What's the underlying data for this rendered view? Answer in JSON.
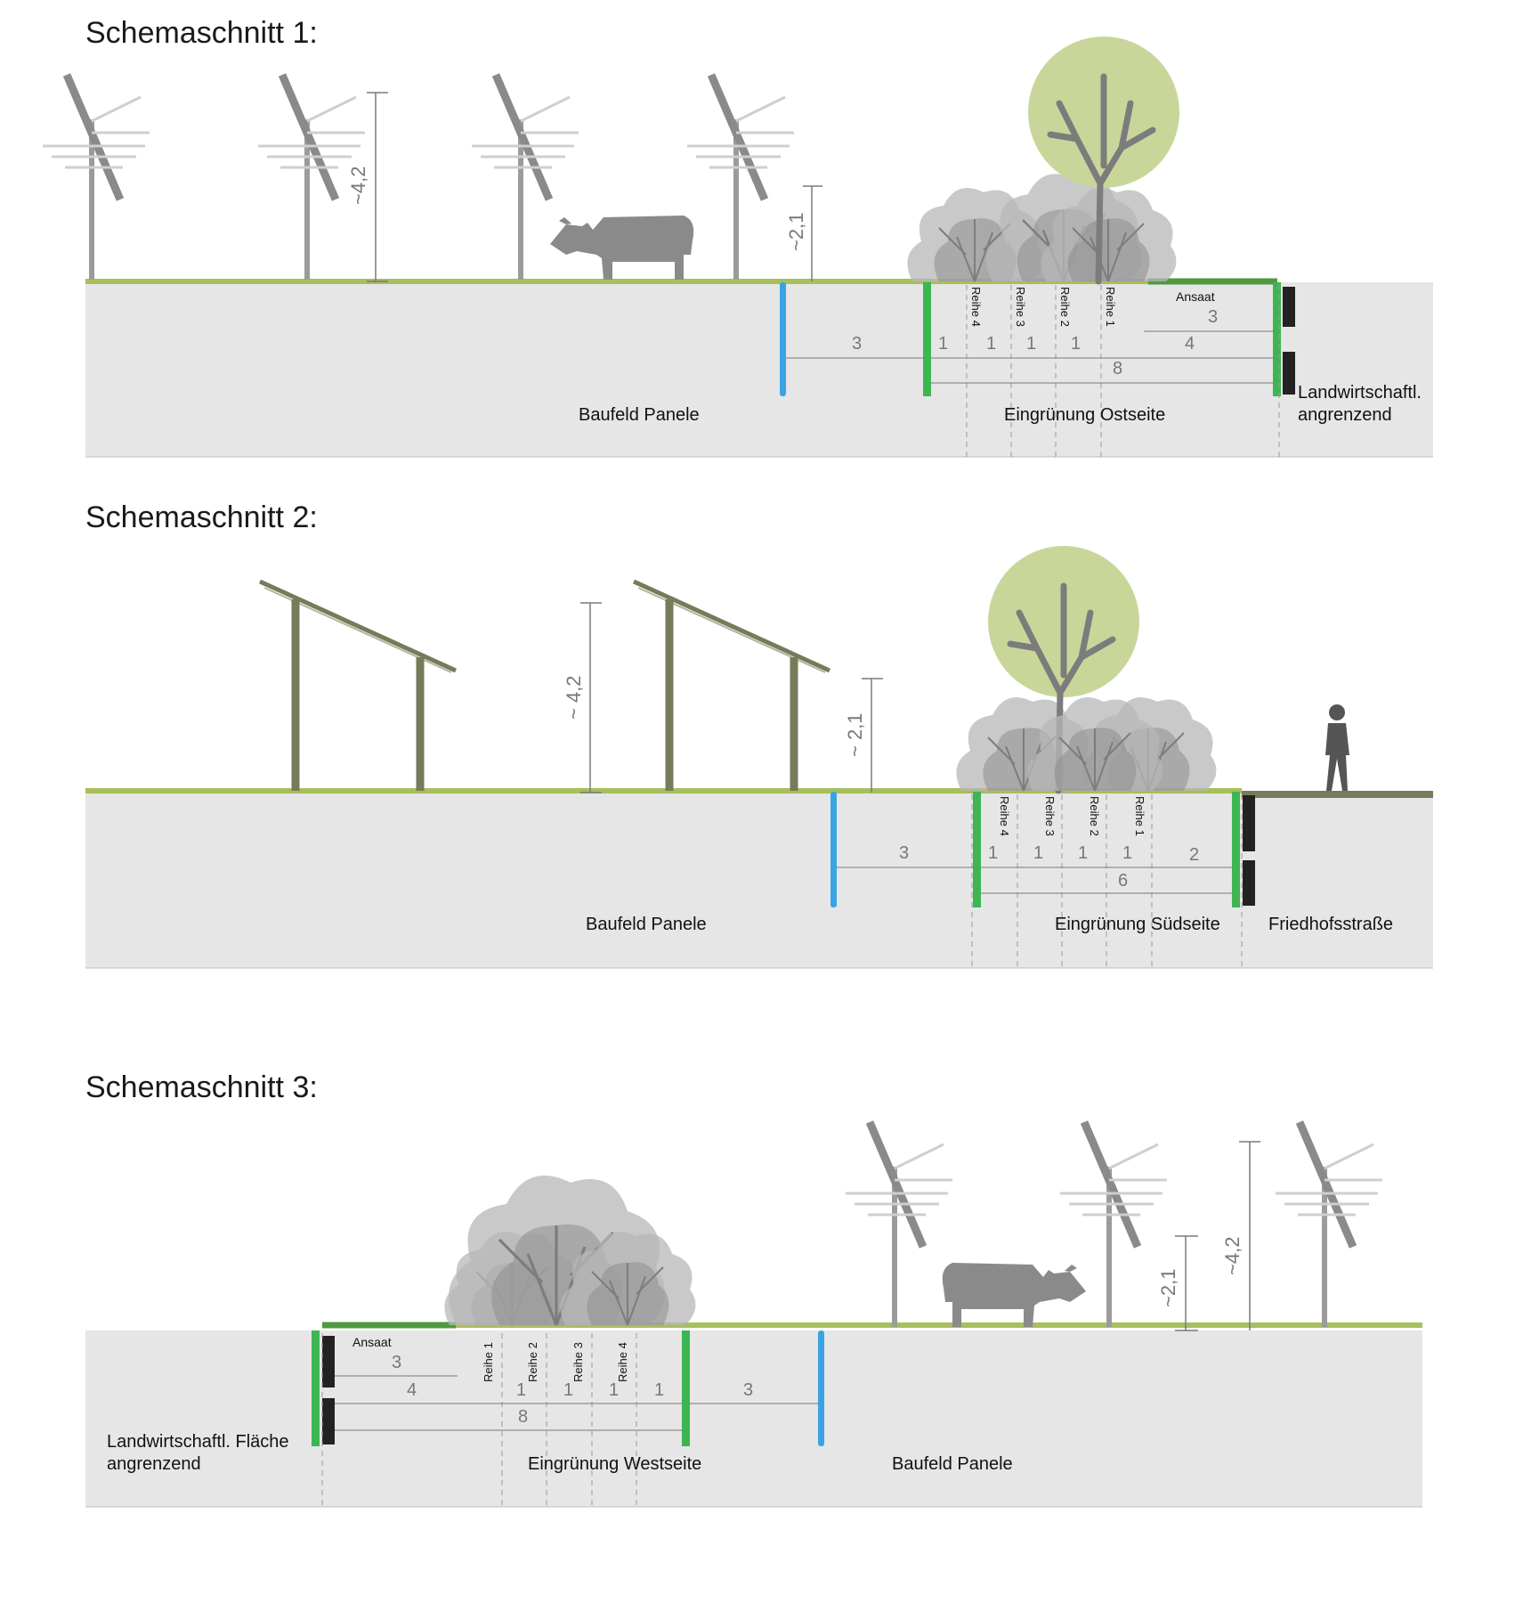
{
  "colors": {
    "ground": "#e6e6e6",
    "grass": "#a7bf5c",
    "grass_dark": "#4f9a3c",
    "tree_canopy": "#c9d69a",
    "shrub": "#9a9a9a",
    "fence_blue": "#3aa3e3",
    "hedge_green": "#3db553",
    "border_black": "#222222",
    "pergola": "#767b5a",
    "pole": "#9b9b9b",
    "cow": "#8a8a8a",
    "dimension": "#7a7a7a"
  },
  "sections": [
    {
      "title": "Schemaschnitt 1:",
      "dims": [
        "~4,2",
        "~2,1",
        "3",
        "1",
        "1",
        "1",
        "1",
        "3",
        "4",
        "8"
      ],
      "rows": [
        "Reihe 4",
        "Reihe 3",
        "Reihe 2",
        "Reihe 1"
      ],
      "ansaat": "Ansaat",
      "labels": {
        "baufeld": "Baufeld Panele",
        "eingruenung": "Eingrünung Ostseite",
        "side_1": "Landwirtschaftl.",
        "side_2": "angrenzend"
      }
    },
    {
      "title": "Schemaschnitt 2:",
      "dims": [
        "~ 4,2",
        "~ 2,1",
        "3",
        "1",
        "1",
        "1",
        "1",
        "2",
        "6"
      ],
      "rows": [
        "Reihe 4",
        "Reihe 3",
        "Reihe 2",
        "Reihe 1"
      ],
      "labels": {
        "baufeld": "Baufeld Panele",
        "eingruenung": "Eingrünung Südseite",
        "side": "Friedhofsstraße"
      }
    },
    {
      "title": "Schemaschnitt 3:",
      "dims": [
        "~2,1",
        "~4,2",
        "3",
        "4",
        "1",
        "1",
        "1",
        "1",
        "8",
        "3"
      ],
      "rows": [
        "Reihe 1",
        "Reihe 2",
        "Reihe 3",
        "Reihe 4"
      ],
      "ansaat": "Ansaat",
      "labels": {
        "side_1": "Landwirtschaftl. Fläche",
        "side_2": "angrenzend",
        "eingruenung": "Eingrünung Westseite",
        "baufeld": "Baufeld Panele"
      }
    }
  ]
}
